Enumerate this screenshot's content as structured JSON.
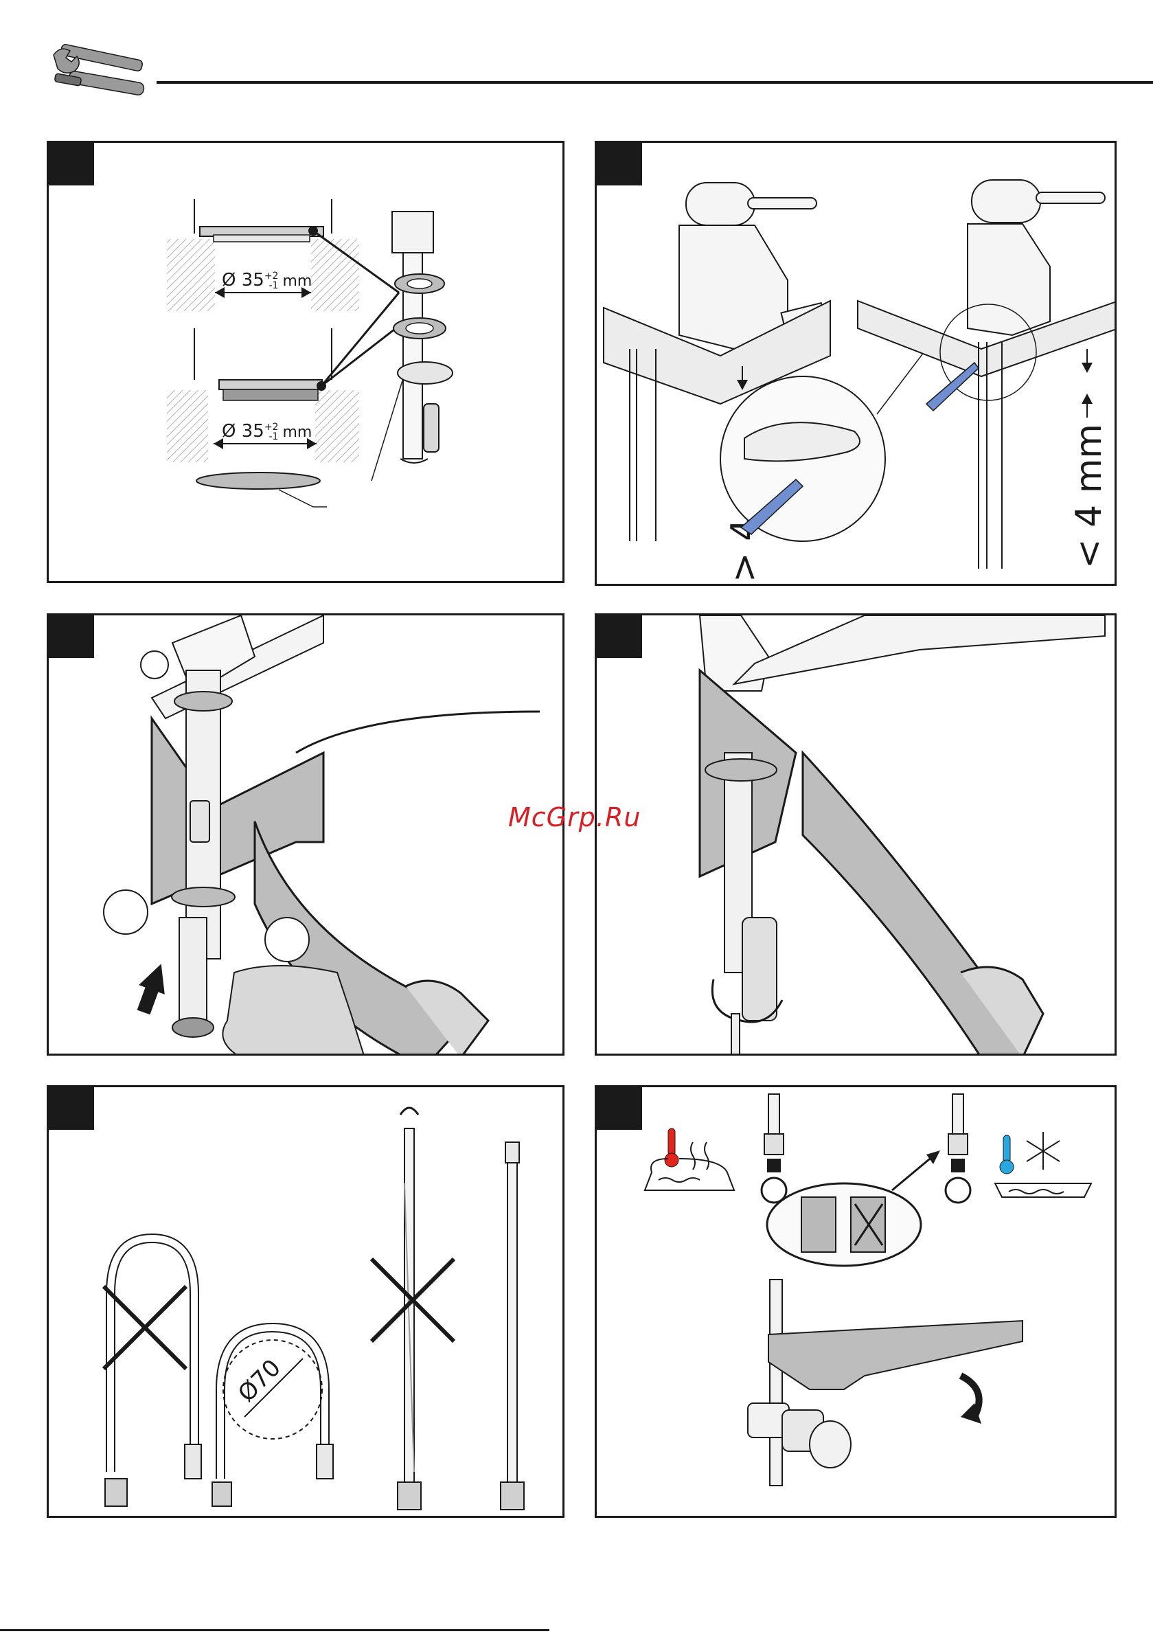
{
  "header": {
    "icon": "wrench-screwdriver-icon"
  },
  "watermark": "McGrp.Ru",
  "panels": {
    "p1": {
      "dim_top": {
        "prefix": "Ø 35",
        "sup": "+2",
        "sub": "-1",
        "unit": "mm"
      },
      "dim_bottom": {
        "prefix": "Ø 35",
        "sup": "+2",
        "sub": "-1",
        "unit": "mm"
      }
    },
    "p2": {
      "left_label": "> 4 mm",
      "right_label": "< 4 mm"
    },
    "p5": {
      "bend_label": "Ø70"
    },
    "p6": {
      "hot_color": "#e2241d",
      "cold_color": "#2aa7df"
    }
  },
  "colors": {
    "ink": "#1a1a1a",
    "gray": "#b9b9b9",
    "light": "#dedede",
    "accent_blue": "#6f8fd0"
  }
}
